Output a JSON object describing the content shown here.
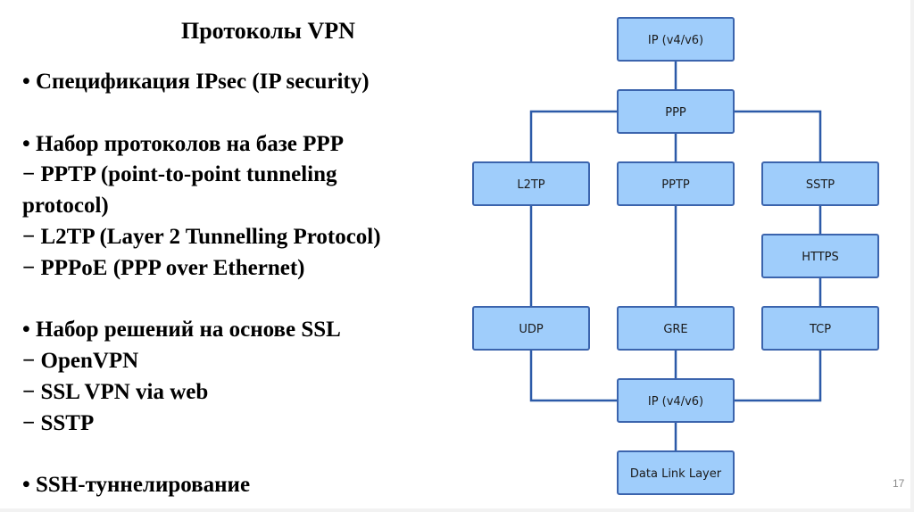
{
  "slide": {
    "title": "Протоколы VPN",
    "page_number": "17",
    "lines": [
      {
        "text": "• Спецификация IPsec (IP security)"
      },
      {
        "text": ""
      },
      {
        "text": "• Набор протоколов на базе PPP"
      },
      {
        "text": "− PPTP (point-to-point tunneling"
      },
      {
        "text": "protocol)"
      },
      {
        "text": "− L2TP (Layer 2 Tunnelling Protocol)"
      },
      {
        "text": "− PPPoE (PPP over Ethernet)"
      },
      {
        "text": ""
      },
      {
        "text": "• Набор решений на основе SSL"
      },
      {
        "text": "− OpenVPN"
      },
      {
        "text": "− SSL VPN via web"
      },
      {
        "text": "− SSTP"
      },
      {
        "text": ""
      },
      {
        "text": "• SSH-туннелирование"
      }
    ]
  },
  "diagram": {
    "colors": {
      "node_fill": "#9fcdfb",
      "node_border": "#3b64ad",
      "connector": "#2c5aa8"
    },
    "nodes": {
      "ip_top": "IP (v4/v6)",
      "ppp": "PPP",
      "l2tp": "L2TP",
      "pptp": "PPTP",
      "sstp": "SSTP",
      "https": "HTTPS",
      "udp": "UDP",
      "gre": "GRE",
      "tcp": "TCP",
      "ip_bottom": "IP (v4/v6)",
      "data_link": "Data Link Layer"
    },
    "edges": [
      [
        "ip_top",
        "ppp"
      ],
      [
        "ppp",
        "l2tp"
      ],
      [
        "ppp",
        "pptp"
      ],
      [
        "ppp",
        "sstp"
      ],
      [
        "l2tp",
        "udp"
      ],
      [
        "pptp",
        "gre"
      ],
      [
        "sstp",
        "https"
      ],
      [
        "https",
        "tcp"
      ],
      [
        "udp",
        "ip_bottom"
      ],
      [
        "gre",
        "ip_bottom"
      ],
      [
        "tcp",
        "ip_bottom"
      ],
      [
        "ip_bottom",
        "data_link"
      ]
    ]
  }
}
